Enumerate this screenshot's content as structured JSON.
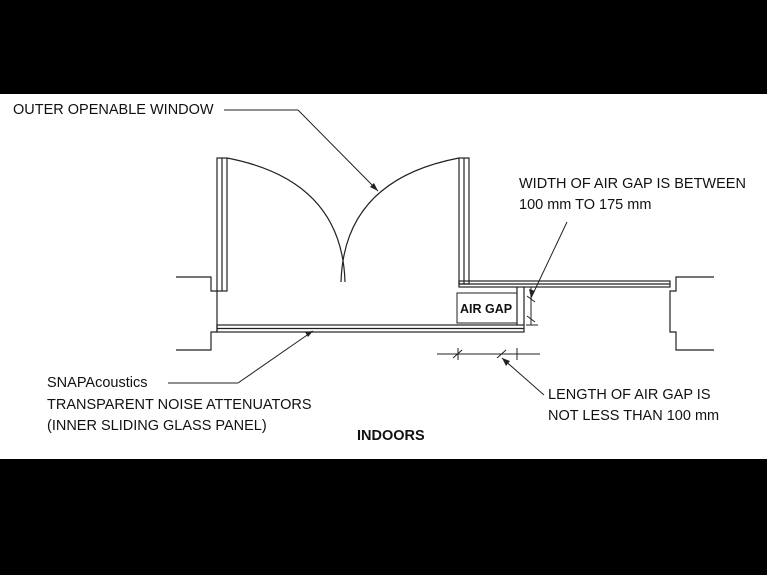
{
  "labels": {
    "outer_window": "OUTER OPENABLE WINDOW",
    "width_line1": "WIDTH OF AIR GAP IS BETWEEN",
    "width_line2": "100 mm TO 175 mm",
    "air_gap": "AIR GAP",
    "snap_line1": "SNAPAcoustics",
    "snap_line2": "TRANSPARENT NOISE ATTENUATORS",
    "snap_line3": "(INNER SLIDING GLASS PANEL)",
    "length_line1": "LENGTH OF AIR GAP IS",
    "length_line2": "NOT LESS THAN 100 mm",
    "indoors": "INDOORS"
  },
  "colors": {
    "background": "#000000",
    "panel": "#ffffff",
    "line": "#222222"
  }
}
